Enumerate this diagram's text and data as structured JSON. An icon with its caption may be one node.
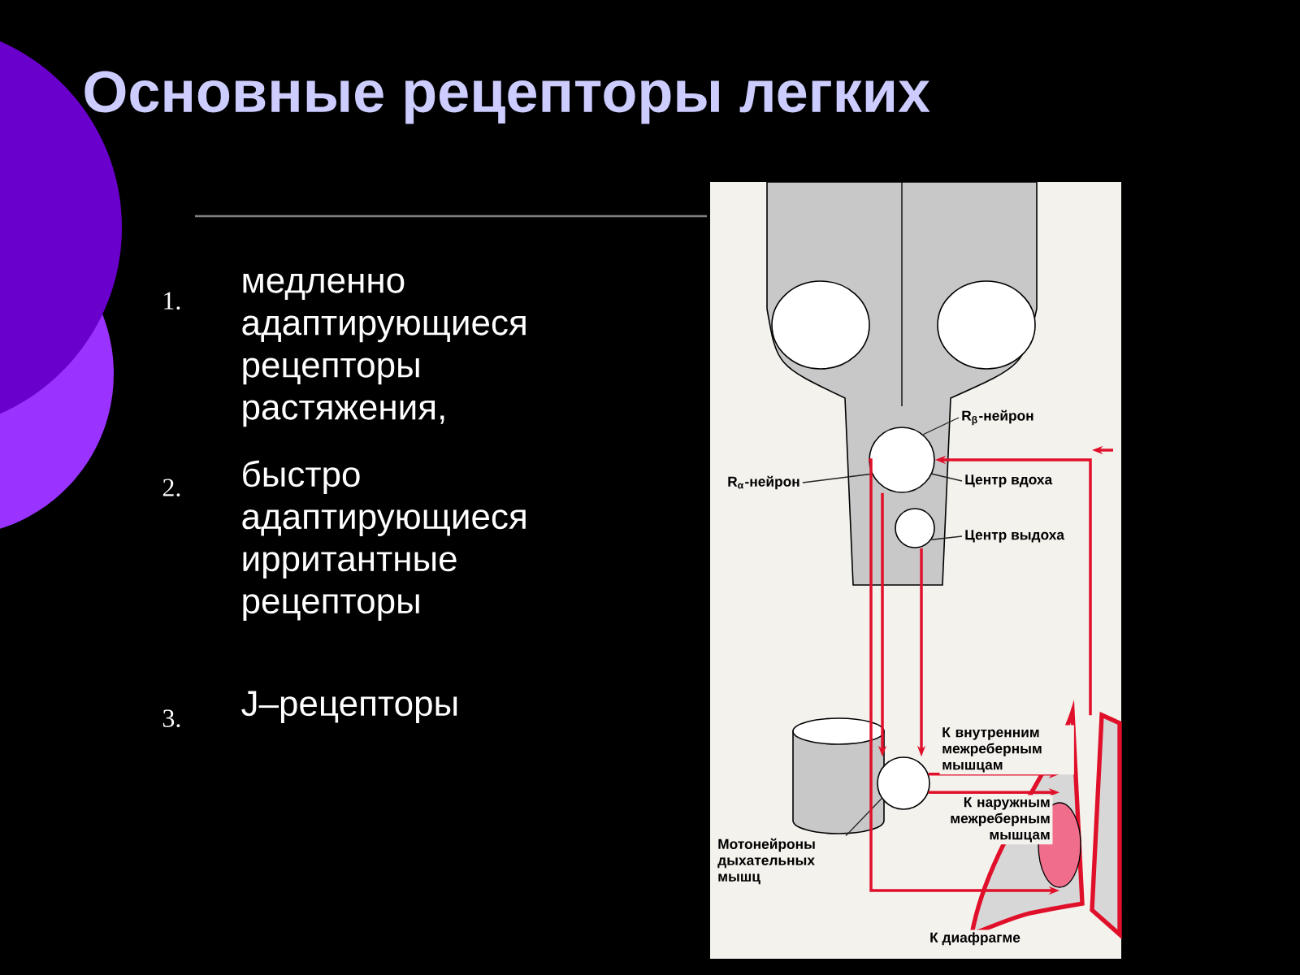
{
  "diagram": {
    "title": "Основные рецепторы легких",
    "nodes": [
      {
        "text": [
          "R$_{β}$-нейрон"
        ]
      },
      {
        "text": [
          "R$_{α}$-нейрон"
        ]
      },
      {
        "text": [
          "Центр вдоха"
        ]
      },
      {
        "text": [
          "Центр выдоха"
        ]
      },
      {
        "text": [
          "Мотонейроны дыхательных мышц"
        ]
      },
      {
        "text": [],
        "shape": "circle"
      },
      {
        "text": [],
        "shape": "circle"
      },
      {
        "text": [],
        "shape": "circle"
      },
      {
        "text": [],
        "shape": "picture"
      }
    ],
    "edges": [
      {
        "from": 0,
        "to": 5,
        "arrow": "none",
        "color": "#222222"
      },
      {
        "from": 1,
        "to": 5,
        "arrow": "none",
        "color": "#222222"
      },
      {
        "from": 2,
        "to": 5,
        "arrow": "none",
        "color": "#222222"
      },
      {
        "from": 3,
        "to": 6,
        "arrow": "none",
        "color": "#222222"
      },
      {
        "from": 4,
        "to": 7,
        "arrow": "none",
        "color": "#222222"
      },
      {
        "from": 8,
        "to": 5,
        "arrow": "to"
      },
      {
        "from": 5,
        "to": 7,
        "arrow": "to"
      },
      {
        "from": 6,
        "to": 7,
        "arrow": "to"
      },
      {
        "from": 7,
        "to": 8,
        "arrow": "to",
        "label": "К внутренним межреберным мышцам"
      },
      {
        "from": 7,
        "to": 8,
        "arrow": "to",
        "label": "К наружным межреберным мышцам"
      },
      {
        "from": 5,
        "to": 8,
        "arrow": "to",
        "label": "К диафрагме"
      }
    ],
    "labels": [
      "1.",
      "медленно адаптирующиеся рецепторы растяжения,",
      "2.",
      "быстро адаптирующиеся ирритантные рецепторы",
      "3.",
      "J–рецепторы"
    ]
  }
}
